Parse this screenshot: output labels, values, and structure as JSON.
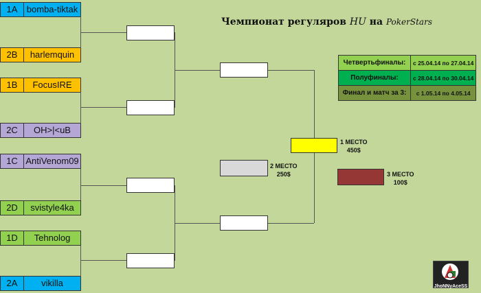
{
  "title": {
    "main": "Чемпионат  регуляров",
    "hu": "HU",
    "na": "на",
    "ps": "PokerStars"
  },
  "players": [
    {
      "seed": "1A",
      "name": "bomba-tiktak",
      "color": "#00b0f0"
    },
    {
      "seed": "2B",
      "name": "harlemquin",
      "color": "#ffc000"
    },
    {
      "seed": "1B",
      "name": "FocusIRE",
      "color": "#ffc000"
    },
    {
      "seed": "2C",
      "name": "OH>|<uB",
      "color": "#b4a7d6"
    },
    {
      "seed": "1C",
      "name": "AntiVenom09",
      "color": "#b4a7d6"
    },
    {
      "seed": "2D",
      "name": "svistyle4ka",
      "color": "#92d050"
    },
    {
      "seed": "1D",
      "name": "Tehnolog",
      "color": "#92d050"
    },
    {
      "seed": "2A",
      "name": "vikilla",
      "color": "#00b0f0"
    }
  ],
  "schedule": [
    {
      "stage": "Четвертьфиналы:",
      "dates": "с 25.04.14 по 27.04.14",
      "color": "#92d050"
    },
    {
      "stage": "Полуфиналы:",
      "dates": "с 28.04.14 по 30.04.14",
      "color": "#00b050"
    },
    {
      "stage": "Финал и матч за 3:",
      "dates": "с 1.05.14 по 4.05.14",
      "color": "#76923c"
    }
  ],
  "prizes": {
    "first": {
      "place": "1 МЕСТО",
      "amount": "450$",
      "color": "#ffff00"
    },
    "second": {
      "place": "2 МЕСТО",
      "amount": "250$",
      "color": "#d9d9d9"
    },
    "third": {
      "place": "3 МЕСТО",
      "amount": "100$",
      "color": "#953735"
    }
  },
  "logo": {
    "text": "JhoNNyAceSS"
  }
}
